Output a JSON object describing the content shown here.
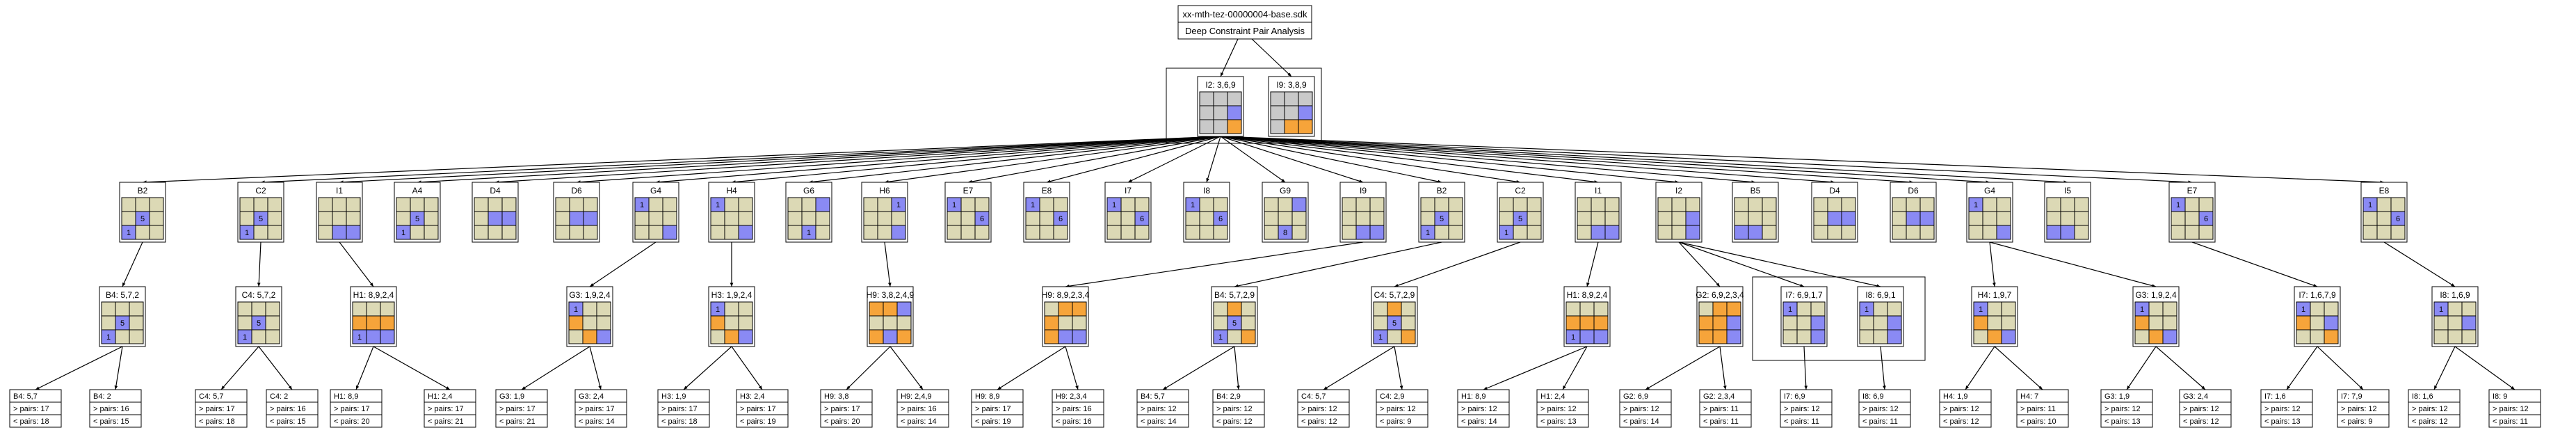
{
  "title": {
    "line1": "xx-mth-tez-00000004-base.sdk",
    "line2": "Deep Constraint Pair Analysis"
  },
  "colors": {
    "cand": "#dcd9b5",
    "hi": "#8a8af4",
    "or": "#f6a43a",
    "gray": "#c9c9c9"
  },
  "roots": [
    {
      "label": "I2: 3,6,9",
      "grid": "gggggbggo"
    },
    {
      "label": "I9: 3,8,9",
      "grid": "gggggbgoo"
    }
  ],
  "level1": [
    {
      "label": "B2",
      "grid": "cccc5cfcc"
    },
    {
      "label": "C2",
      "grid": "cccc5cfcc"
    },
    {
      "label": "I1",
      "grid": "cccccccBB"
    },
    {
      "label": "A4",
      "grid": "cccc5cfcc"
    },
    {
      "label": "D4",
      "grid": "ccccBBccc"
    },
    {
      "label": "D6",
      "grid": "ccccBBccc"
    },
    {
      "label": "G4",
      "grid": "fcccccccB"
    },
    {
      "label": "H4",
      "grid": "fcccccccB"
    },
    {
      "label": "G6",
      "grid": "ccBccccfc"
    },
    {
      "label": "H6",
      "grid": "ccfcccccB"
    },
    {
      "label": "E7",
      "grid": "fcccc6ccc"
    },
    {
      "label": "E8",
      "grid": "fcccc6ccc"
    },
    {
      "label": "I7",
      "grid": "fcccc6ccc"
    },
    {
      "label": "I8",
      "grid": "fcccc6ccc"
    },
    {
      "label": "G9",
      "grid": "ccBcccc8c"
    },
    {
      "label": "I9",
      "grid": "cccccccBB"
    },
    {
      "label": "B2",
      "grid": "cccc5cfcc"
    },
    {
      "label": "C2",
      "grid": "cccc5cfcc"
    },
    {
      "label": "I1",
      "grid": "cccccccBB"
    },
    {
      "label": "I2",
      "grid": "cccccBccB"
    },
    {
      "label": "B5",
      "grid": "ccccccBBc"
    },
    {
      "label": "D4",
      "grid": "ccccBBccc"
    },
    {
      "label": "D6",
      "grid": "ccccBBccc"
    },
    {
      "label": "G4",
      "grid": "fcccccccB"
    },
    {
      "label": "I5",
      "grid": "ccccccBBc"
    },
    {
      "label": "E7",
      "grid": "fcccc6ccc"
    },
    {
      "label": "E8",
      "grid": "fcccc6ccc"
    }
  ],
  "level2": [
    {
      "label": "B4: 5,7,2",
      "grid": "cccc5cfcc"
    },
    {
      "label": "C4: 5,7,2",
      "grid": "cccc5cfcc"
    },
    {
      "label": "H1: 8,9,2,4",
      "grid": "cccooofBB"
    },
    {
      "label": "G3: 1,9,2,4",
      "grid": "fccocccoB"
    },
    {
      "label": "H3: 1,9,2,4",
      "grid": "fccocccoB"
    },
    {
      "label": "H9: 3,8,2,4,9",
      "grid": "ooBcccoBo"
    },
    {
      "label": "H9: 8,9,2,3,4",
      "grid": "coooccoBB"
    },
    {
      "label": "B4: 5,7,2,9",
      "grid": "cocc5cfco"
    },
    {
      "label": "C4: 5,7,2,9",
      "grid": "cocc5cfco"
    },
    {
      "label": "H1: 8,9,2,4",
      "grid": "cccooofBB"
    },
    {
      "label": "G2: 6,9,2,3,4",
      "grid": "cooooBooB"
    },
    {
      "label": "I7: 6,9,1,7",
      "grid": "fccccBccB"
    },
    {
      "label": "I8: 6,9,1",
      "grid": "fccccBccB"
    },
    {
      "label": "H4: 1,9,7",
      "grid": "fccocccoB"
    },
    {
      "label": "G3: 1,9,2,4",
      "grid": "fccocccoB"
    },
    {
      "label": "I7: 1,6,7,9",
      "grid": "fccocBcco"
    },
    {
      "label": "I8: 1,6,9",
      "grid": "fccccBccc"
    }
  ],
  "leaves": [
    {
      "lines": [
        "B4: 5,7",
        "> pairs: 17",
        "< pairs: 18"
      ]
    },
    {
      "lines": [
        "B4: 2",
        "> pairs: 16",
        "< pairs: 15"
      ]
    },
    {
      "lines": [
        "C4: 5,7",
        "> pairs: 17",
        "< pairs: 18"
      ]
    },
    {
      "lines": [
        "C4: 2",
        "> pairs: 16",
        "< pairs: 15"
      ]
    },
    {
      "lines": [
        "H1: 8,9",
        "> pairs: 17",
        "< pairs: 20"
      ]
    },
    {
      "lines": [
        "H1: 2,4",
        "> pairs: 17",
        "< pairs: 21"
      ]
    },
    {
      "lines": [
        "G3: 1,9",
        "> pairs: 17",
        "< pairs: 21"
      ]
    },
    {
      "lines": [
        "G3: 2,4",
        "> pairs: 17",
        "< pairs: 14"
      ]
    },
    {
      "lines": [
        "H3: 1,9",
        "> pairs: 17",
        "< pairs: 18"
      ]
    },
    {
      "lines": [
        "H3: 2,4",
        "> pairs: 17",
        "< pairs: 19"
      ]
    },
    {
      "lines": [
        "H9: 3,8",
        "> pairs: 17",
        "< pairs: 20"
      ]
    },
    {
      "lines": [
        "H9: 2,4,9",
        "> pairs: 16",
        "< pairs: 14"
      ]
    },
    {
      "lines": [
        "H9: 8,9",
        "> pairs: 17",
        "< pairs: 19"
      ]
    },
    {
      "lines": [
        "H9: 2,3,4",
        "> pairs: 16",
        "< pairs: 16"
      ]
    },
    {
      "lines": [
        "B4: 5,7",
        "> pairs: 12",
        "< pairs: 14"
      ]
    },
    {
      "lines": [
        "B4: 2,9",
        "> pairs: 12",
        "< pairs: 12"
      ]
    },
    {
      "lines": [
        "C4: 5,7",
        "> pairs: 12",
        "< pairs: 12"
      ]
    },
    {
      "lines": [
        "C4: 2,9",
        "> pairs: 12",
        "< pairs: 9"
      ]
    },
    {
      "lines": [
        "H1: 8,9",
        "> pairs: 12",
        "< pairs: 14"
      ]
    },
    {
      "lines": [
        "H1: 2,4",
        "> pairs: 12",
        "< pairs: 13"
      ]
    },
    {
      "lines": [
        "G2: 6,9",
        "> pairs: 12",
        "< pairs: 14"
      ]
    },
    {
      "lines": [
        "G2: 2,3,4",
        "> pairs: 11",
        "< pairs: 11"
      ]
    },
    {
      "lines": [
        "I7: 6,9",
        "> pairs: 12",
        "< pairs: 11"
      ]
    },
    {
      "lines": [
        "I8: 6,9",
        "> pairs: 12",
        "< pairs: 11"
      ]
    },
    {
      "lines": [
        "H4: 1,9",
        "> pairs: 12",
        "< pairs: 12"
      ]
    },
    {
      "lines": [
        "H4: 7",
        "> pairs: 11",
        "< pairs: 10"
      ]
    },
    {
      "lines": [
        "G3: 1,9",
        "> pairs: 12",
        "< pairs: 13"
      ]
    },
    {
      "lines": [
        "G3: 2,4",
        "> pairs: 12",
        "< pairs: 12"
      ]
    },
    {
      "lines": [
        "I7: 1,6",
        "> pairs: 12",
        "< pairs: 13"
      ]
    },
    {
      "lines": [
        "I7: 7,9",
        "> pairs: 12",
        "< pairs: 9"
      ]
    },
    {
      "lines": [
        "I8: 1,6",
        "> pairs: 12",
        "< pairs: 12"
      ]
    },
    {
      "lines": [
        "I8: 9",
        "> pairs: 12",
        "< pairs: 11"
      ]
    }
  ]
}
